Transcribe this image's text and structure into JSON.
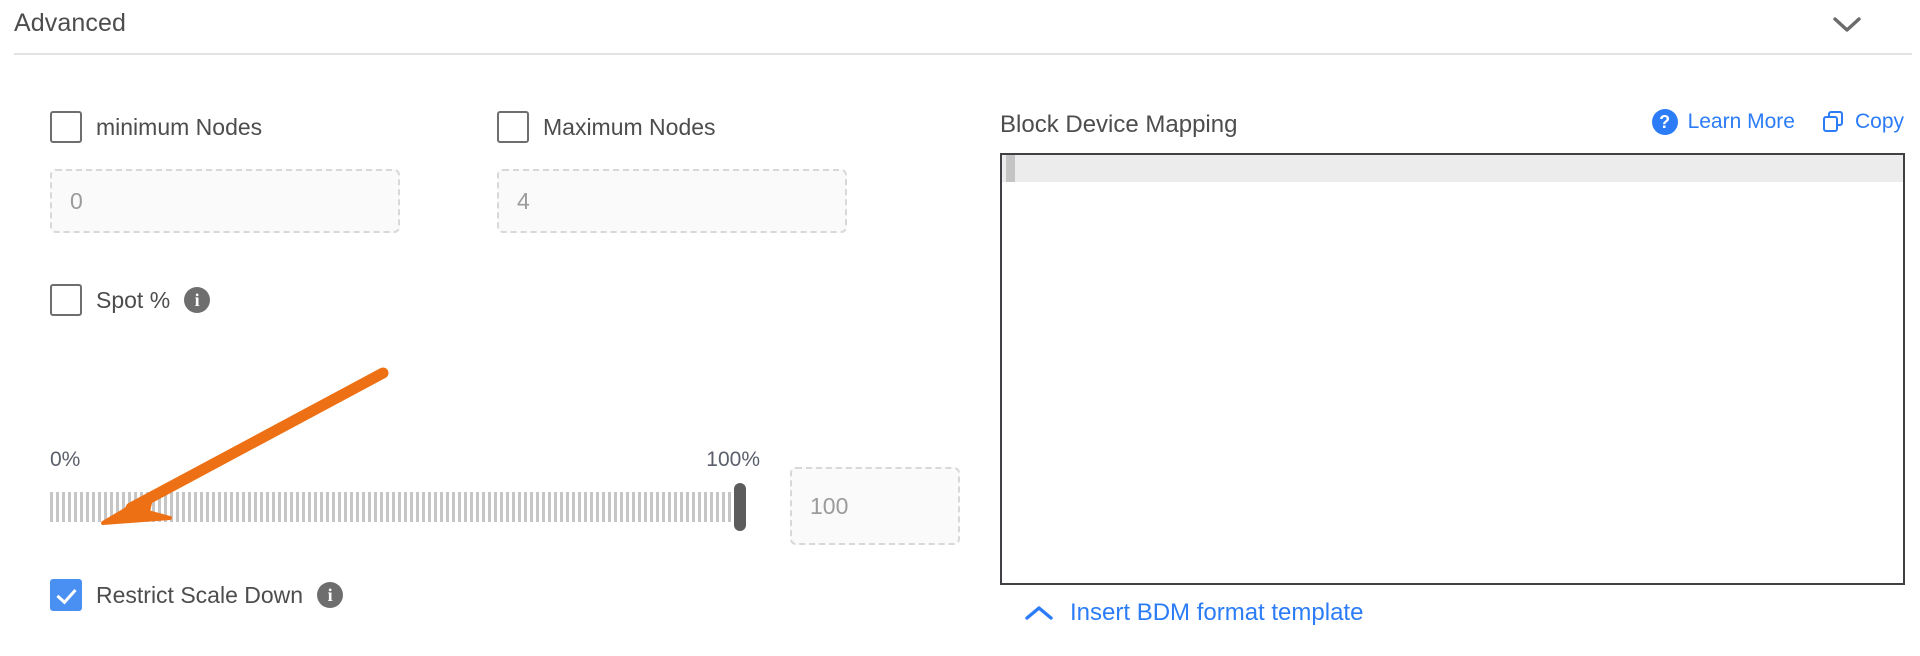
{
  "section": {
    "title": "Advanced",
    "collapse_icon": "chevron-down-icon"
  },
  "left": {
    "min_nodes": {
      "label": "minimum Nodes",
      "checked": false,
      "input_placeholder": "0",
      "input_value": ""
    },
    "max_nodes": {
      "label": "Maximum Nodes",
      "checked": false,
      "input_placeholder": "4",
      "input_value": ""
    },
    "spot": {
      "label": "Spot %",
      "checked": false,
      "info_icon": "info-icon",
      "info_glyph": "i"
    },
    "slider": {
      "min_label": "0%",
      "max_label": "100%",
      "value": 100,
      "input_placeholder": "100",
      "input_value": ""
    },
    "restrict_scale_down": {
      "label": "Restrict Scale Down",
      "checked": true,
      "info_icon": "info-icon",
      "info_glyph": "i"
    }
  },
  "right": {
    "title": "Block Device Mapping",
    "learn_more": {
      "label": "Learn More",
      "icon": "help-circle-icon",
      "icon_glyph": "?"
    },
    "copy": {
      "label": "Copy",
      "icon": "copy-icon"
    },
    "editor": {
      "content": "",
      "active_line": 1
    },
    "insert_template": {
      "label": "Insert BDM format template",
      "icon": "chevron-up-icon"
    }
  },
  "annotation": {
    "type": "arrow",
    "color": "#EE7014",
    "points_to": "restrict-scale-down-checkbox"
  },
  "colors": {
    "accent_blue": "#2b7cf6",
    "checkbox_blue": "#4a90f2",
    "annotation_orange": "#EE7014",
    "text_gray": "#4d4d4d",
    "border_gray": "#6e6e6e"
  }
}
